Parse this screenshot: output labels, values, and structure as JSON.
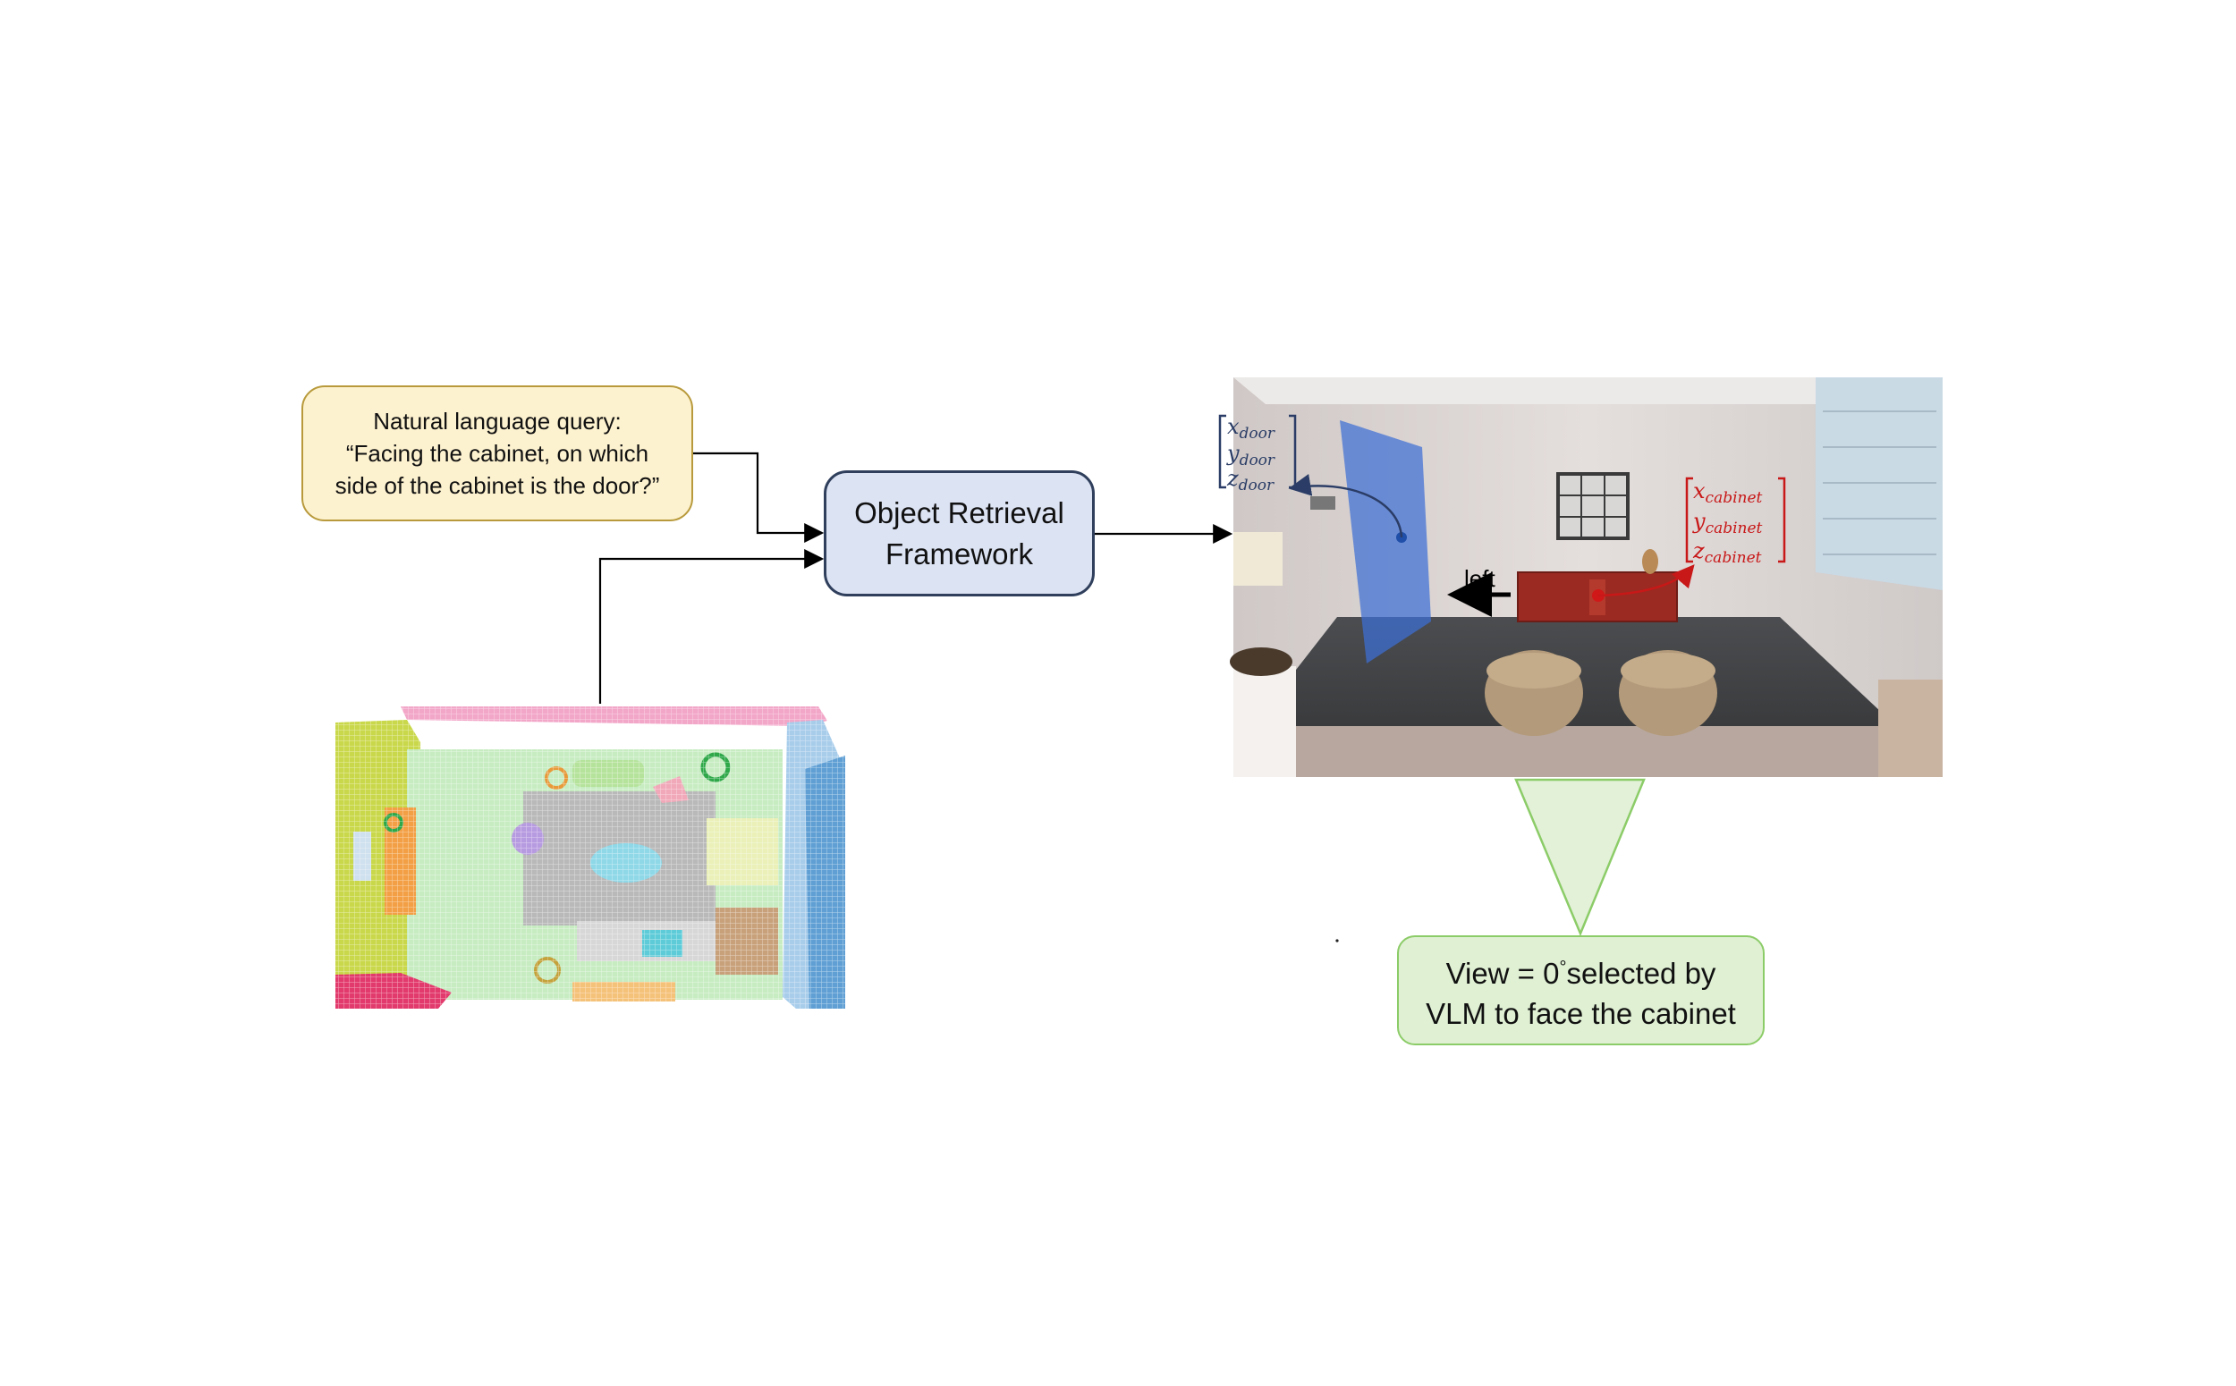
{
  "query": {
    "line1": "Natural language query:",
    "line2": "“Facing the cabinet, on which",
    "line3": "side of the cabinet is the door?”"
  },
  "framework": {
    "line1": "Object Retrieval",
    "line2": "Framework"
  },
  "view": {
    "line1_prefix": "View = 0",
    "degree": "°",
    "line1_suffix": "selected by",
    "line2": "VLM to face the cabinet"
  },
  "scene": {
    "direction_label": "left",
    "door_coords": {
      "x": "x",
      "y": "y",
      "z": "z",
      "sub": "door"
    },
    "cabinet_coords": {
      "x": "x",
      "y": "y",
      "z": "z",
      "sub": "cabinet"
    }
  },
  "colors": {
    "query_fill": "#fdf2cf",
    "framework_fill": "#dce3f3",
    "view_fill": "#dff0d3",
    "door_highlight": "#3d6fd6",
    "cabinet_highlight": "#d01818",
    "door_coord_color": "#2b3d66",
    "cabinet_coord_color": "#c81818"
  }
}
